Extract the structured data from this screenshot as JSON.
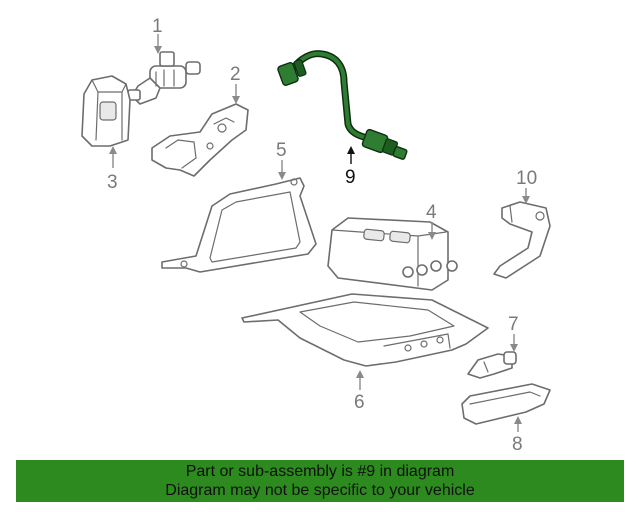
{
  "diagram": {
    "callouts": [
      {
        "id": "1",
        "label": "1"
      },
      {
        "id": "2",
        "label": "2"
      },
      {
        "id": "3",
        "label": "3"
      },
      {
        "id": "4",
        "label": "4"
      },
      {
        "id": "5",
        "label": "5"
      },
      {
        "id": "6",
        "label": "6"
      },
      {
        "id": "7",
        "label": "7"
      },
      {
        "id": "8",
        "label": "8"
      },
      {
        "id": "9",
        "label": "9"
      },
      {
        "id": "10",
        "label": "10"
      }
    ],
    "highlighted_part": "9",
    "colors": {
      "highlight": "#2e7d32",
      "line_art": "#6d6d6d",
      "banner": "#2c8a1e"
    }
  },
  "banner": {
    "line1": "Part or sub-assembly is #9 in diagram",
    "line2": "Diagram may not be specific to your vehicle"
  }
}
